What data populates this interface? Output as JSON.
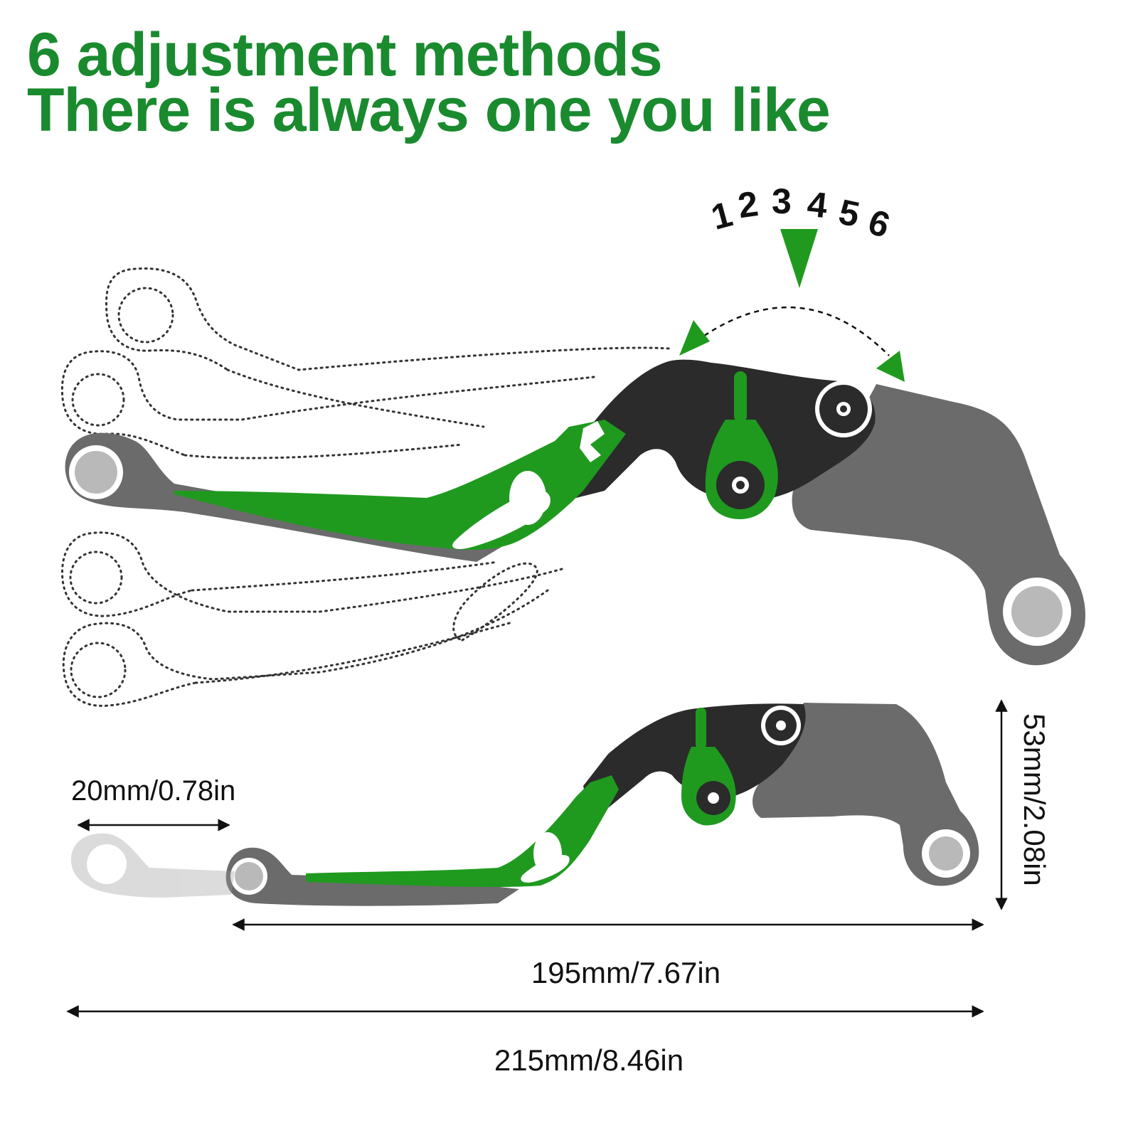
{
  "headline": {
    "line1": "6 adjustment methods",
    "line2": "There is always one you like"
  },
  "adjustment_positions": [
    "1",
    "2",
    "3",
    "4",
    "5",
    "6"
  ],
  "dimensions": {
    "extension": "20mm/0.78in",
    "lever_length": "195mm/7.67in",
    "total_length": "215mm/8.46in",
    "height": "53mm/2.08in"
  },
  "colors": {
    "accent_green": "#1a8a2e",
    "lever_green": "#1f9a1f",
    "dark_body": "#2b2b2b",
    "gray_body": "#6b6b6b"
  },
  "icons": [
    "down-arrow-icon",
    "rotation-arrow-icon",
    "dimension-arrow-icon"
  ]
}
